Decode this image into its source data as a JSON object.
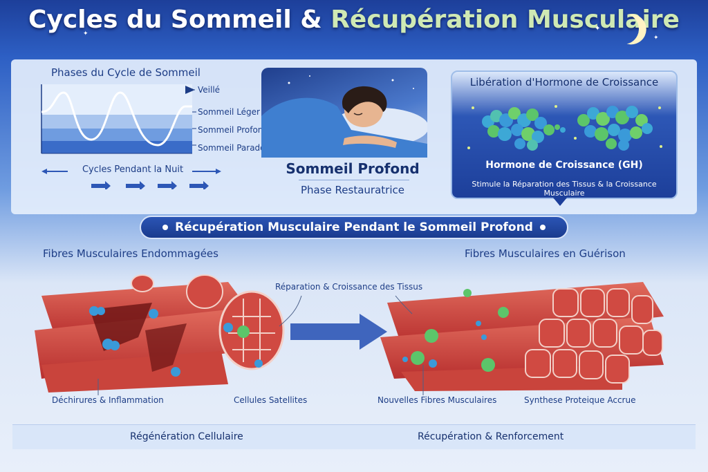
{
  "title": {
    "part1": "Cycles du Sommeil",
    "amp": "&",
    "part2": "Récupération Musculaire"
  },
  "colors": {
    "navy": "#16306e",
    "accent_green": "#cfe9b4",
    "muscle_red": "#c93a3a",
    "cell_blue": "#3a9ad9",
    "cell_green": "#5cc56a"
  },
  "icons": {
    "moon": "moon-icon",
    "stars": "star-icon"
  },
  "sleep_cycle": {
    "title": "Phases du Cycle de Sommeil",
    "stages": [
      "Veillé",
      "Sommeil Léger",
      "Sommeil Profond",
      "Sommeil Paradoxal"
    ],
    "cycles_label": "Cycles Pendant la Nuit"
  },
  "deep_sleep": {
    "title": "Sommeil Profond",
    "subtitle": "Phase Restauratrice"
  },
  "hormone": {
    "title": "Libération d'Hormone de Croissance",
    "name": "Hormone de Croissance (GH)",
    "description": "Stimule la Réparation des Tissus & la Croissance Musculaire"
  },
  "banner": "Récupération Musculaire Pendant le Sommeil Profond",
  "fibers": {
    "damaged_title": "Fibres Musculaires Endommagées",
    "healing_title": "Fibres Musculaires en Guérison",
    "repair_label": "Réparation & Croissance des Tissus",
    "labels": {
      "tears": "Déchirures & Inflammation",
      "satellite": "Cellules Satellites",
      "new_fibers": "Nouvelles Fibres Musculaires",
      "synthesis": "Synthese Proteique Accrue"
    }
  },
  "bottom": {
    "left": "Régénération Cellulaire",
    "right": "Récupération & Renforcement"
  }
}
